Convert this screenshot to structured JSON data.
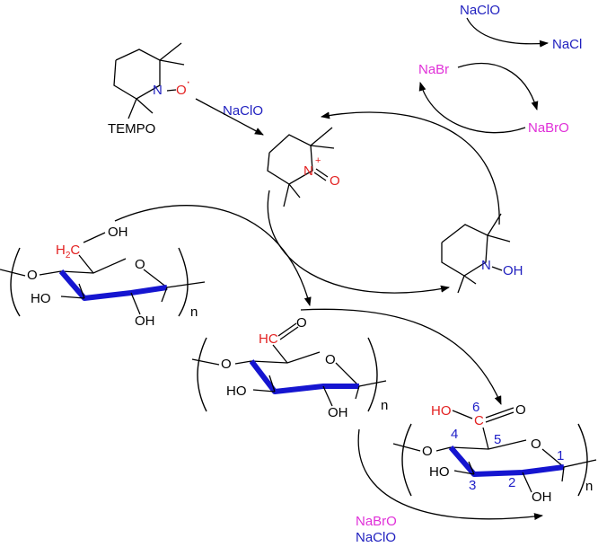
{
  "colors": {
    "bond": "#000000",
    "reagent_blue": "#1f1fbf",
    "bromine_magenta": "#e030d8",
    "oxygen_red": "#e32222",
    "ring_front_blue": "#1515d0",
    "numbering_blue": "#2020c8"
  },
  "labels": {
    "naclo_top": "NaClO",
    "nacl": "NaCl",
    "nabr": "NaBr",
    "nabro_right": "NaBrO",
    "naclo_mid": "NaClO",
    "tempo": "TEMPO",
    "tempo_n": "N",
    "tempo_o": "O",
    "tempo_radical": "·",
    "ox_n": "N",
    "ox_plus": "+",
    "ox_eq": "=",
    "ox_o": "O",
    "hyd_n": "N",
    "hyd_oh": "OH",
    "cell_oh": "OH",
    "cell_h2c": "H",
    "cell_h2c_sub": "2",
    "cell_h2c_c": "C",
    "cell_o": "O",
    "cell_ho": "HO",
    "cell_oh2": "OH",
    "cell_n": "n",
    "ald_hc": "HC",
    "ald_o_top": "O",
    "ald_o": "O",
    "ald_ho": "HO",
    "ald_oh": "OH",
    "ald_n": "n",
    "acid_ho": "HO",
    "acid_c": "C",
    "acid_o_top": "O",
    "acid_o_left": "O",
    "acid_o_ring": "O",
    "acid_ho2": "HO",
    "acid_oh": "OH",
    "acid_n": "n",
    "num_1": "1",
    "num_2": "2",
    "num_3": "3",
    "num_4": "4",
    "num_5": "5",
    "num_6": "6",
    "bottom_nabro": "NaBrO",
    "bottom_naclo": "NaClO"
  }
}
